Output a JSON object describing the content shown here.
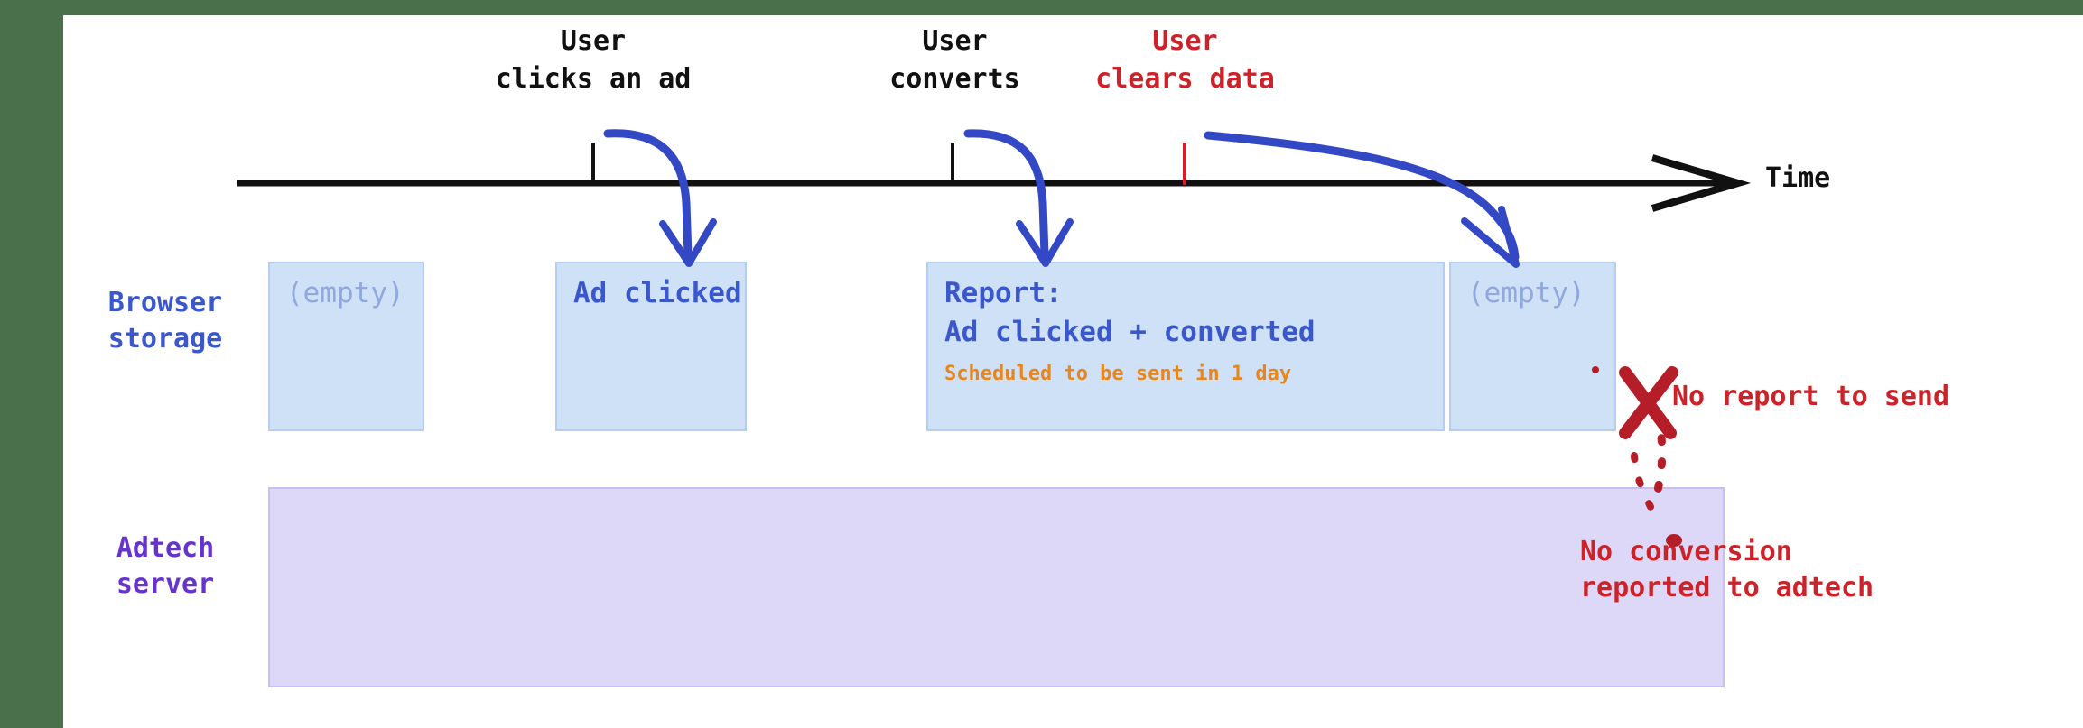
{
  "diagram": {
    "title": "Attribution reporting timeline with user clearing data",
    "colors": {
      "background": "#ffffff",
      "frame_green": "#4a6f4b",
      "browser_blue": "#3a57cc",
      "browser_box_fill": "#cfe1f7",
      "browser_box_border": "#b5cdf0",
      "adtech_purple": "#6634cc",
      "adtech_box_fill": "#ddd8f7",
      "adtech_box_border": "#c8bff0",
      "warning_red": "#cc2229",
      "schedule_orange": "#e8861e",
      "axis_black": "#111111",
      "arrow_blue": "#3348c4"
    },
    "axis": {
      "label": "Time",
      "arrow_direction": "right"
    },
    "events": [
      {
        "id": "click",
        "line1": "User",
        "line2": "clicks an ad",
        "color": "black",
        "tick_color": "#111111"
      },
      {
        "id": "convert",
        "line1": "User",
        "line2": "converts",
        "color": "black",
        "tick_color": "#111111"
      },
      {
        "id": "clear",
        "line1": "User",
        "line2": "clears data",
        "color": "red",
        "tick_color": "#cc2229"
      }
    ],
    "rows": [
      {
        "id": "browser",
        "line1": "Browser",
        "line2": "storage"
      },
      {
        "id": "adtech",
        "line1": "Adtech",
        "line2": "server"
      }
    ],
    "browser_states": [
      {
        "id": "state-initial",
        "primary": "(empty)",
        "empty": true
      },
      {
        "id": "state-clicked",
        "primary": "Ad clicked",
        "empty": false
      },
      {
        "id": "state-report",
        "primary": "Report:",
        "secondary": "Ad clicked + converted",
        "schedule": "Scheduled to be sent in 1 day",
        "empty": false
      },
      {
        "id": "state-cleared",
        "primary": "(empty)",
        "empty": true
      }
    ],
    "annotations": {
      "no_report": {
        "line1": "No report to send"
      },
      "no_conversion": {
        "line1": "No conversion",
        "line2": "reported to adtech"
      },
      "x_mark": "cross-out-icon"
    }
  }
}
